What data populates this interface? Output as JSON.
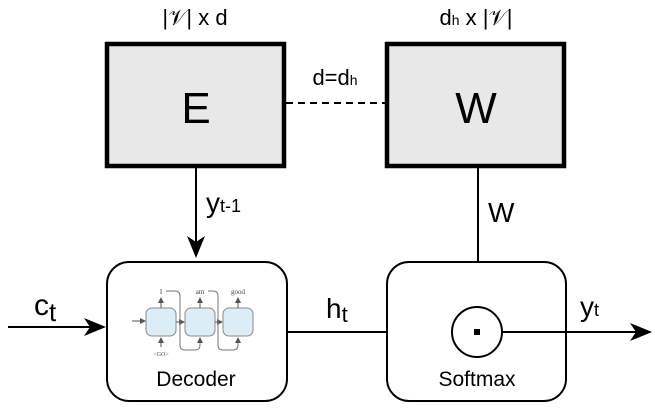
{
  "diagram": {
    "colors": {
      "matrix_fill": "#e8e8e8",
      "stroke": "#000000",
      "cell_fill": "#dcedf7",
      "cell_stroke": "#8a8a8a"
    },
    "embedding": {
      "label": "E",
      "dim_prefix": "|𝒱|",
      "dim_suffix": " x d"
    },
    "output_weight": {
      "label": "W",
      "dim_main": "d",
      "dim_sub": "h",
      "dim_suffix": " x |𝒱|"
    },
    "tie": {
      "label_left": "d=d",
      "label_sub": "h"
    },
    "decoder": {
      "label": "Decoder",
      "rnn_outputs": [
        "I",
        "am",
        "good"
      ],
      "rnn_input": "<GO>"
    },
    "softmax": {
      "label": "Softmax",
      "operator": "·"
    },
    "edges": {
      "prev_token": {
        "main": "y",
        "sub": "t-1"
      },
      "context": {
        "main": "c",
        "sub": "t"
      },
      "hidden": {
        "main": "h",
        "sub": "t"
      },
      "weight": {
        "main": "W"
      },
      "output": {
        "main": "y",
        "sub": "t"
      }
    }
  }
}
